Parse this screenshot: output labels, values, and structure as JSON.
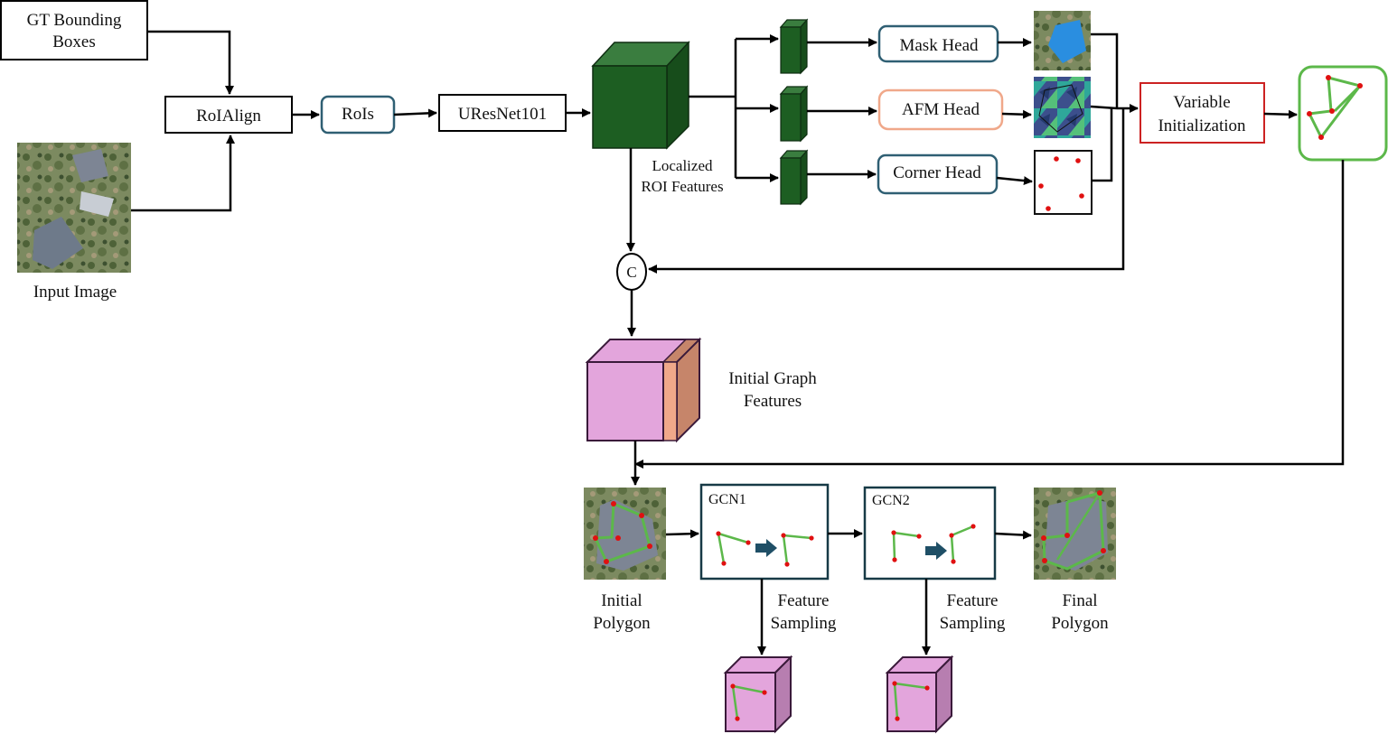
{
  "inputs": {
    "gt_boxes": [
      "GT Bounding",
      "Boxes"
    ],
    "input_image": "Input Image"
  },
  "pipeline": {
    "roialign": "RoIAlign",
    "rois": "RoIs",
    "backbone": "UResNet101",
    "roi_features": [
      "Localized",
      "ROI Features"
    ],
    "concat": "C"
  },
  "heads": {
    "mask": "Mask Head",
    "afm": "AFM Head",
    "corner": "Corner Head"
  },
  "variable_init": [
    "Variable",
    "Initialization"
  ],
  "graph_features": [
    "Initial Graph",
    "Features"
  ],
  "refinement": {
    "initial_polygon": [
      "Initial",
      "Polygon"
    ],
    "gcn1": "GCN1",
    "gcn2": "GCN2",
    "feature_sampling": [
      "Feature",
      "Sampling"
    ],
    "final_polygon": [
      "Final",
      "Polygon"
    ]
  },
  "colors": {
    "green_dark": "#1d5e22",
    "green_top": "#3a7d3f",
    "green_side": "#174d1b",
    "pink_front": "#e3a5dc",
    "pink_side": "#b77eb0",
    "orange_side": "#c6856a",
    "blue_border": "#2f5f73",
    "orange_border": "#f0a88a",
    "red_border": "#cc2222",
    "polygon_green": "#5cb84a",
    "corner_red": "#e01010",
    "arrow_blue": "#1f4f66"
  }
}
